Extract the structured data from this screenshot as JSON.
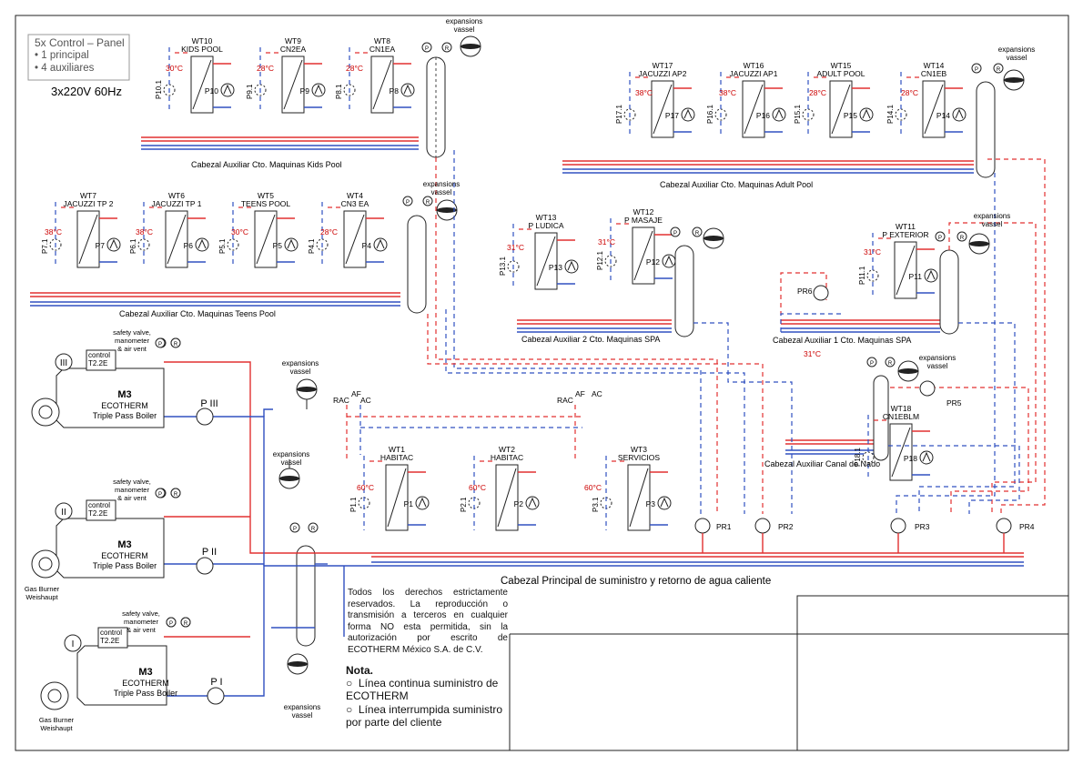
{
  "panel": {
    "title": "5x Control – Panel",
    "items": [
      "1 principal",
      "4 auxiliares"
    ],
    "voltage": "3x220V 60Hz"
  },
  "headers": {
    "kids": "Cabezal Auxiliar Cto. Maquinas Kids Pool",
    "adult": "Cabezal Auxiliar Cto. Maquinas Adult Pool",
    "teens": "Cabezal Auxiliar Cto. Maquinas Teens Pool",
    "spa2": "Cabezal Auxiliar 2 Cto. Maquinas SPA",
    "spa1": "Cabezal Auxiliar 1 Cto. Maquinas SPA",
    "nado": "Cabezal Auxiliar Canal de Nado",
    "main": "Cabezal Principal de suministro y retorno de agua caliente"
  },
  "exchangers": [
    {
      "id": "WT10",
      "name": "KIDS POOL",
      "temp": "30°C",
      "pump": "P10",
      "bypass": "P10.1"
    },
    {
      "id": "WT9",
      "name": "CN2EA",
      "temp": "28°C",
      "pump": "P9",
      "bypass": "P9.1"
    },
    {
      "id": "WT8",
      "name": "CN1EA",
      "temp": "28°C",
      "pump": "P8",
      "bypass": "P8.1"
    },
    {
      "id": "WT17",
      "name": "JACUZZI AP2",
      "temp": "38°C",
      "pump": "P17",
      "bypass": "P17.1"
    },
    {
      "id": "WT16",
      "name": "JACUZZI AP1",
      "temp": "38°C",
      "pump": "P16",
      "bypass": "P16.1"
    },
    {
      "id": "WT15",
      "name": "ADULT POOL",
      "temp": "28°C",
      "pump": "P15",
      "bypass": "P15.1"
    },
    {
      "id": "WT14",
      "name": "CN1EB",
      "temp": "28°C",
      "pump": "P14",
      "bypass": "P14.1"
    },
    {
      "id": "WT7",
      "name": "JACUZZI TP 2",
      "temp": "38°C",
      "pump": "P7",
      "bypass": "P7.1"
    },
    {
      "id": "WT6",
      "name": "JACUZZI TP 1",
      "temp": "38°C",
      "pump": "P6",
      "bypass": "P6.1"
    },
    {
      "id": "WT5",
      "name": "TEENS POOL",
      "temp": "30°C",
      "pump": "P5",
      "bypass": "P5.1"
    },
    {
      "id": "WT4",
      "name": "CN3 EA",
      "temp": "28°C",
      "pump": "P4",
      "bypass": "P4.1"
    },
    {
      "id": "WT13",
      "name": "P LUDICA",
      "temp": "31°C",
      "pump": "P13",
      "bypass": "P13.1"
    },
    {
      "id": "WT12",
      "name": "P MASAJE",
      "temp": "31°C",
      "pump": "P12",
      "bypass": "P12.1"
    },
    {
      "id": "WT11",
      "name": "P EXTERIOR",
      "temp": "31°C",
      "pump": "P11",
      "bypass": "P11.1"
    },
    {
      "id": "WT18",
      "name": "CN1EBLM",
      "temp": "31°C",
      "pump": "P18",
      "bypass": "P18.1"
    },
    {
      "id": "WT1",
      "name": "HABITAC",
      "temp": "60°C",
      "pump": "P1",
      "bypass": "P1.1"
    },
    {
      "id": "WT2",
      "name": "HABITAC",
      "temp": "60°C",
      "pump": "P2",
      "bypass": "P2.1"
    },
    {
      "id": "WT3",
      "name": "SERVICIOS",
      "temp": "60°C",
      "pump": "P3",
      "bypass": "P3.1"
    }
  ],
  "labels": {
    "expansion": "expansions vassel",
    "expansion_l1": "expansions",
    "expansion_l2": "vassel",
    "pr6": "PR6",
    "pr5": "PR5",
    "pr1": "PR1",
    "pr2": "PR2",
    "pr3": "PR3",
    "pr4": "PR4",
    "rac": "RAC",
    "af": "AF",
    "ac": "AC"
  },
  "boilers": [
    {
      "numeral": "III",
      "model": "M3",
      "brand": "ECOTHERM",
      "type": "Triple Pass Boiler",
      "pump": "P III",
      "control": "control",
      "control_model": "T2.2E",
      "safety": [
        "safety valve,",
        "manometer",
        "& air vent"
      ],
      "burner": ""
    },
    {
      "numeral": "II",
      "model": "M3",
      "brand": "ECOTHERM",
      "type": "Triple Pass Boiler",
      "pump": "P II",
      "control": "control",
      "control_model": "T2.2E",
      "safety": [
        "safety valve,",
        "manometer",
        "& air vent"
      ],
      "burner": "Gas Burner Weishaupt"
    },
    {
      "numeral": "I",
      "model": "M3",
      "brand": "ECOTHERM",
      "type": "Triple Pass Boiler",
      "pump": "P I",
      "control": "control",
      "control_model": "T2.2E",
      "safety": [
        "safety valve,",
        "manometer",
        "& air vent"
      ],
      "burner": "Gas Burner Weishaupt"
    }
  ],
  "burner_l1": "Gas Burner",
  "burner_l2": "Weishaupt",
  "copyright": "Todos los derechos estrictamente reservados. La reproducción o transmisión a terceros en cualquier forma NO esta permitida, sin la autorización por escrito de ECOTHERM México S.A. de C.V.",
  "nota": {
    "title": "Nota.",
    "items": [
      "Línea continua suministro de ECOTHERM",
      "Línea interrumpida suministro por parte del cliente"
    ]
  },
  "gauges": {
    "p": "P",
    "r": "R"
  }
}
